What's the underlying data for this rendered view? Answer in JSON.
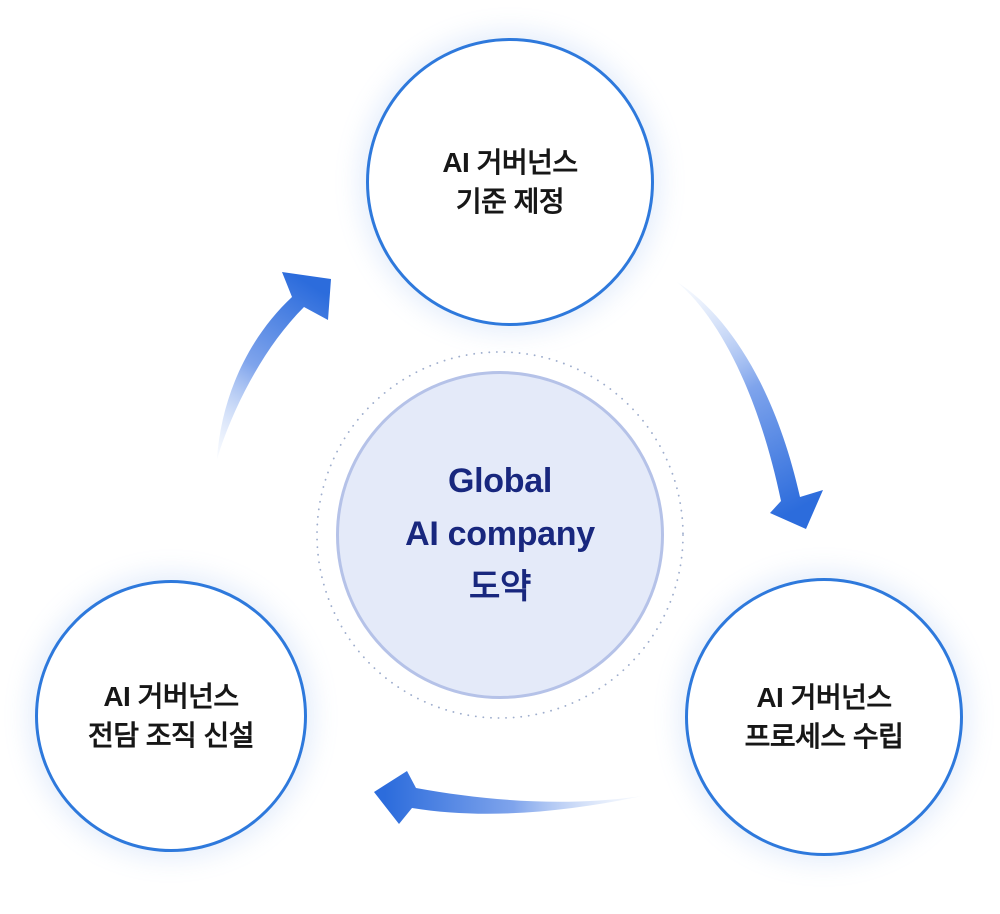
{
  "diagram": {
    "center": {
      "line1": "Global",
      "line2": "AI company",
      "line3": "도약"
    },
    "top": {
      "line1": "AI 거버넌스",
      "line2": "기준 제정"
    },
    "right": {
      "line1": "AI 거버넌스",
      "line2": "프로세스 수립"
    },
    "left": {
      "line1": "AI 거버넌스",
      "line2": "전담 조직 신설"
    },
    "arrows": [
      {
        "from": "left",
        "to": "top"
      },
      {
        "from": "top",
        "to": "right"
      },
      {
        "from": "right",
        "to": "left"
      }
    ],
    "colors": {
      "background": "#FFFFFF",
      "node_border": "#2E79DC",
      "node_fill": "#FFFFFF",
      "node_text": "#171717",
      "center_fill": "#E4EAF9",
      "center_border": "#B5C2E8",
      "center_text": "#18277E",
      "dotted_ring": "#9FAECD",
      "arrow_head": "#2C6CDC",
      "arrow_mid": "#7FA4EC",
      "arrow_tail": "#E3ECFB"
    }
  }
}
